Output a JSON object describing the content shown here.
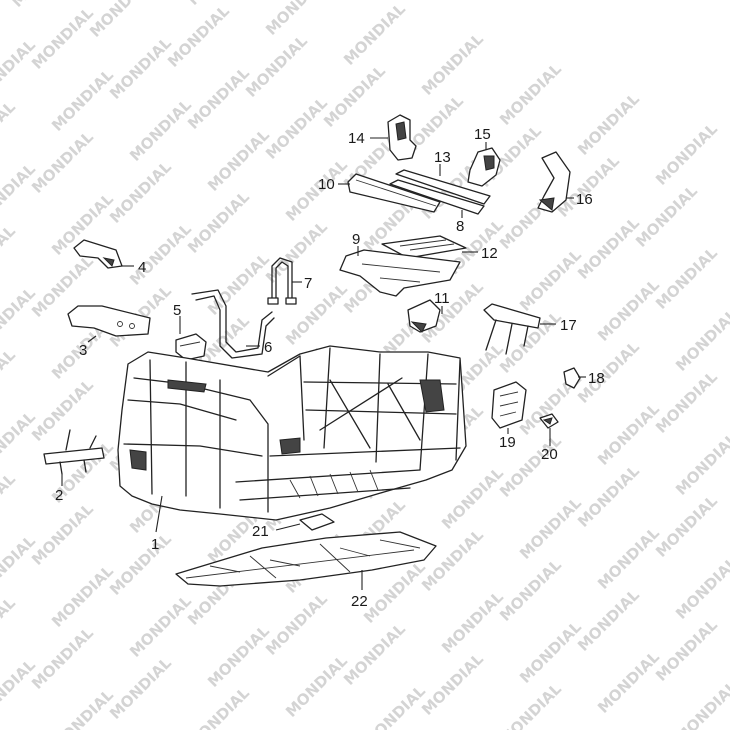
{
  "watermark": {
    "text": "MONDIAL"
  },
  "callouts": [
    "1",
    "2",
    "3",
    "4",
    "5",
    "6",
    "7",
    "8",
    "9",
    "10",
    "11",
    "12",
    "13",
    "14",
    "15",
    "16",
    "17",
    "18",
    "19",
    "20",
    "21",
    "22"
  ]
}
